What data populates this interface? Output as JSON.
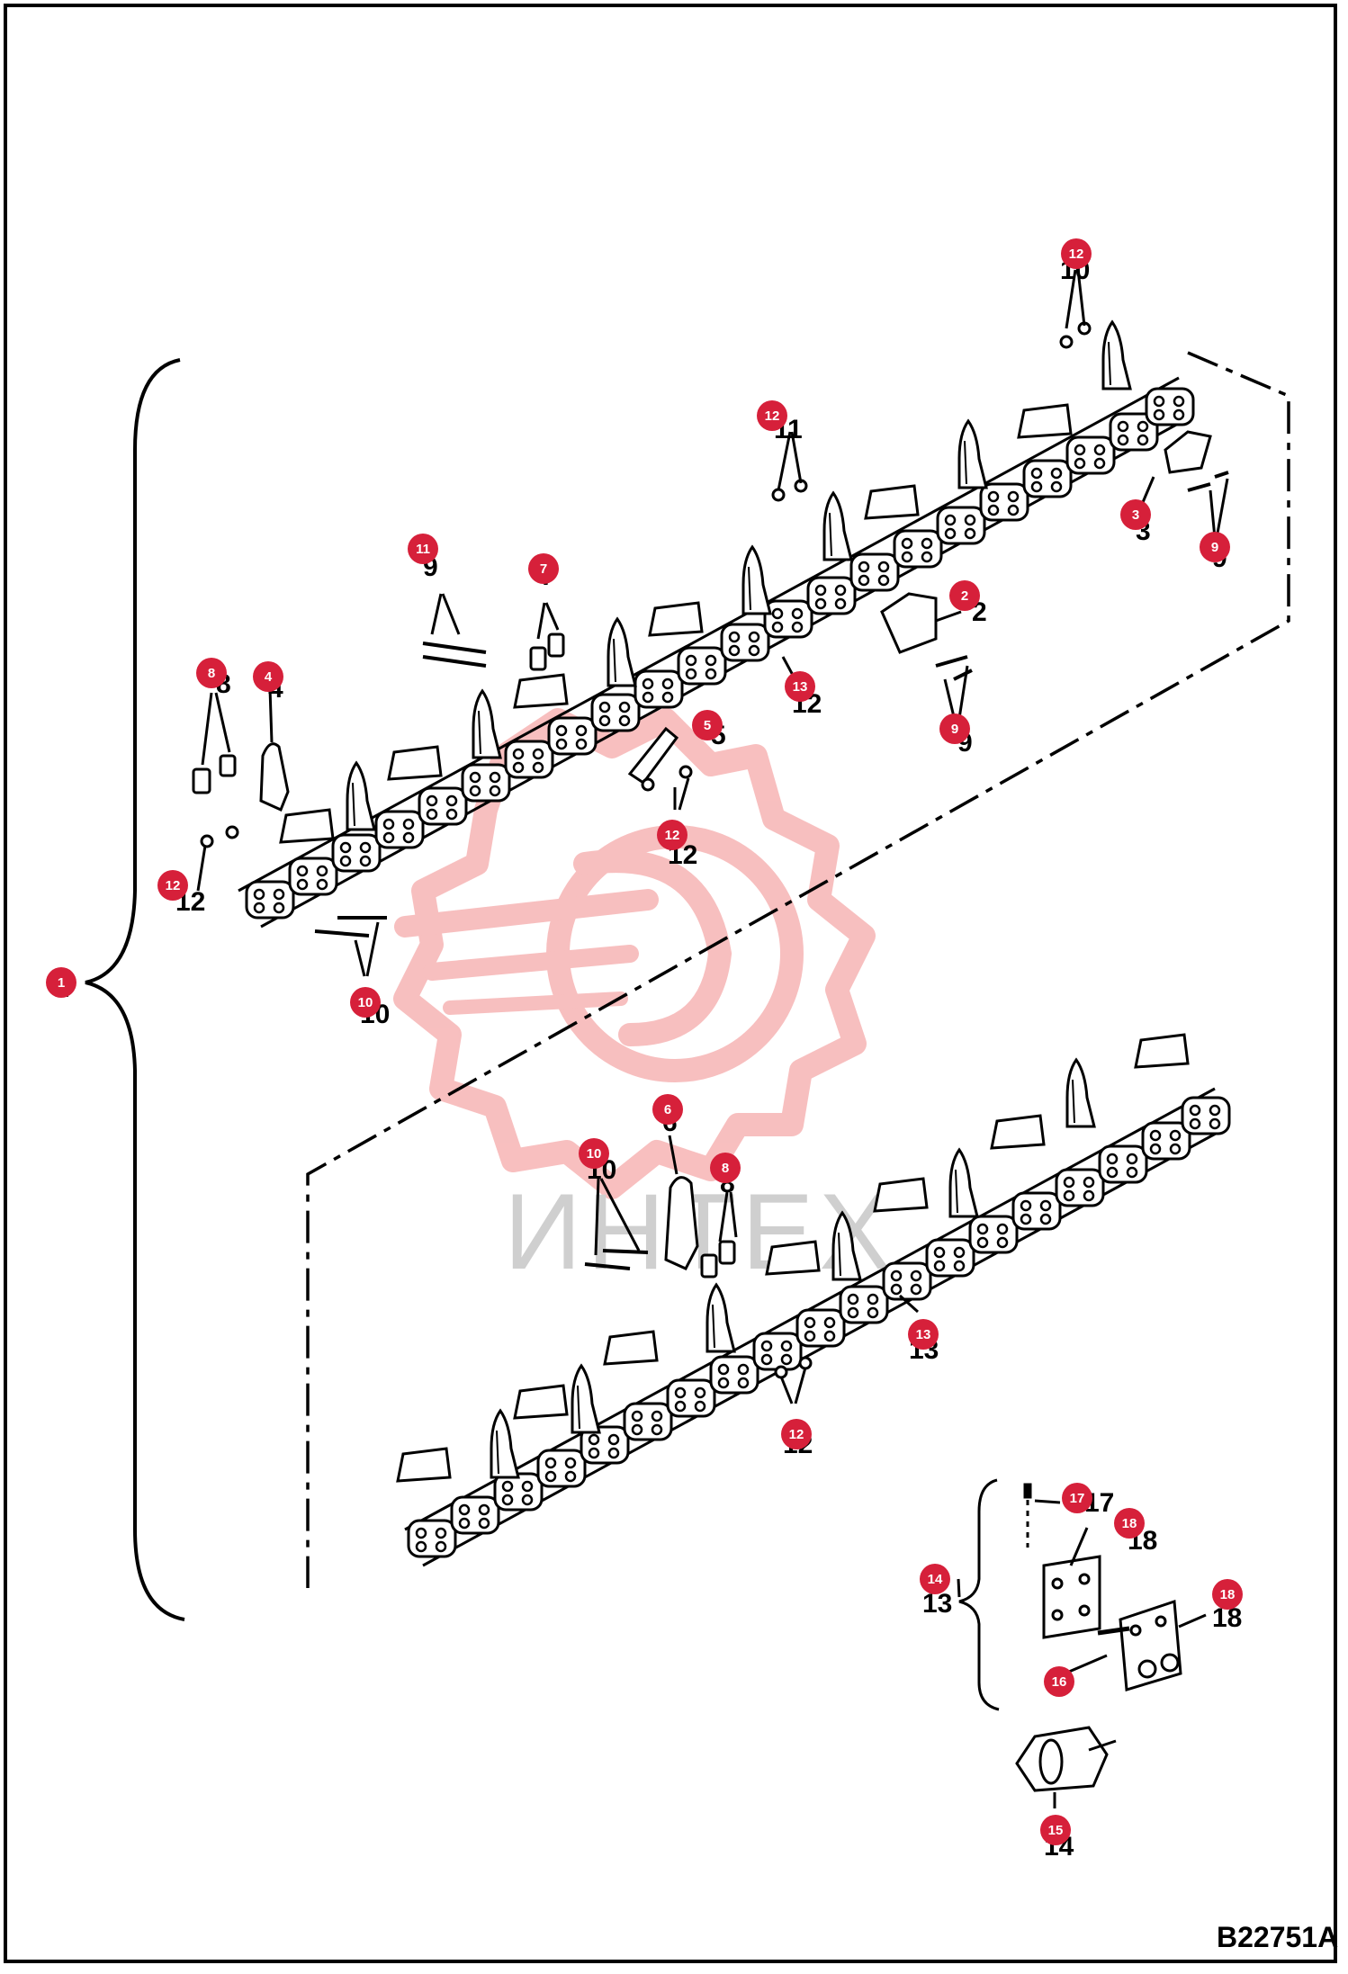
{
  "drawing_code": "B22751A",
  "watermark": {
    "text": "ИНТЕХ",
    "color": "#f28b8b"
  },
  "colors": {
    "callout": "#d6203a",
    "line": "#000000",
    "background": "#ffffff"
  },
  "callouts": [
    {
      "id": "c1",
      "label": "1"
    },
    {
      "id": "c2",
      "label": "2"
    },
    {
      "id": "c3",
      "label": "3"
    },
    {
      "id": "c4",
      "label": "4"
    },
    {
      "id": "c5",
      "label": "5"
    },
    {
      "id": "c6",
      "label": "6"
    },
    {
      "id": "c7",
      "label": "7"
    },
    {
      "id": "c8a",
      "label": "8"
    },
    {
      "id": "c8b",
      "label": "8"
    },
    {
      "id": "c9a",
      "label": "9"
    },
    {
      "id": "c9b",
      "label": "9"
    },
    {
      "id": "c10a",
      "label": "10"
    },
    {
      "id": "c10b",
      "label": "10"
    },
    {
      "id": "c11",
      "label": "11"
    },
    {
      "id": "c12a",
      "label": "12"
    },
    {
      "id": "c12b",
      "label": "12"
    },
    {
      "id": "c12c",
      "label": "12"
    },
    {
      "id": "c12d",
      "label": "12"
    },
    {
      "id": "c12e",
      "label": "12"
    },
    {
      "id": "c13a",
      "label": "13"
    },
    {
      "id": "c13b",
      "label": "13"
    },
    {
      "id": "c14",
      "label": "14"
    },
    {
      "id": "c15",
      "label": "15"
    },
    {
      "id": "c16",
      "label": "16"
    },
    {
      "id": "c17",
      "label": "17"
    },
    {
      "id": "c18a",
      "label": "18"
    },
    {
      "id": "c18b",
      "label": "18"
    }
  ]
}
